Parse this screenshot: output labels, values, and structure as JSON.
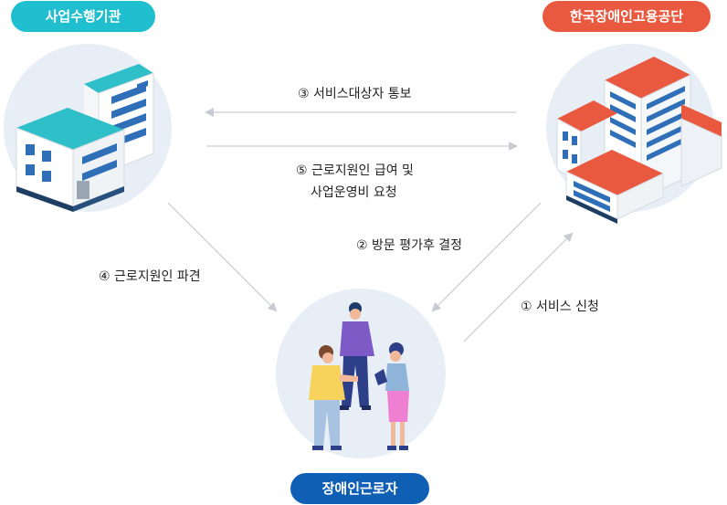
{
  "nodes": {
    "left": "사업수행기관",
    "right": "한국장애인고용공단",
    "bottom": "장애인근로자"
  },
  "steps": {
    "s1": "① 서비스 신청",
    "s2": "② 방문 평가후 결정",
    "s3": "③ 서비스대상자 통보",
    "s4": "④ 근로지원인 파견",
    "s5_line1": "⑤ 근로지원인 급여 및",
    "s5_line2": "사업운영비 요청"
  },
  "colors": {
    "left_accent": "#1fbfcf",
    "right_accent": "#e9593f",
    "bottom_accent": "#0f5fb5",
    "arrow": "#c8ccd2"
  }
}
